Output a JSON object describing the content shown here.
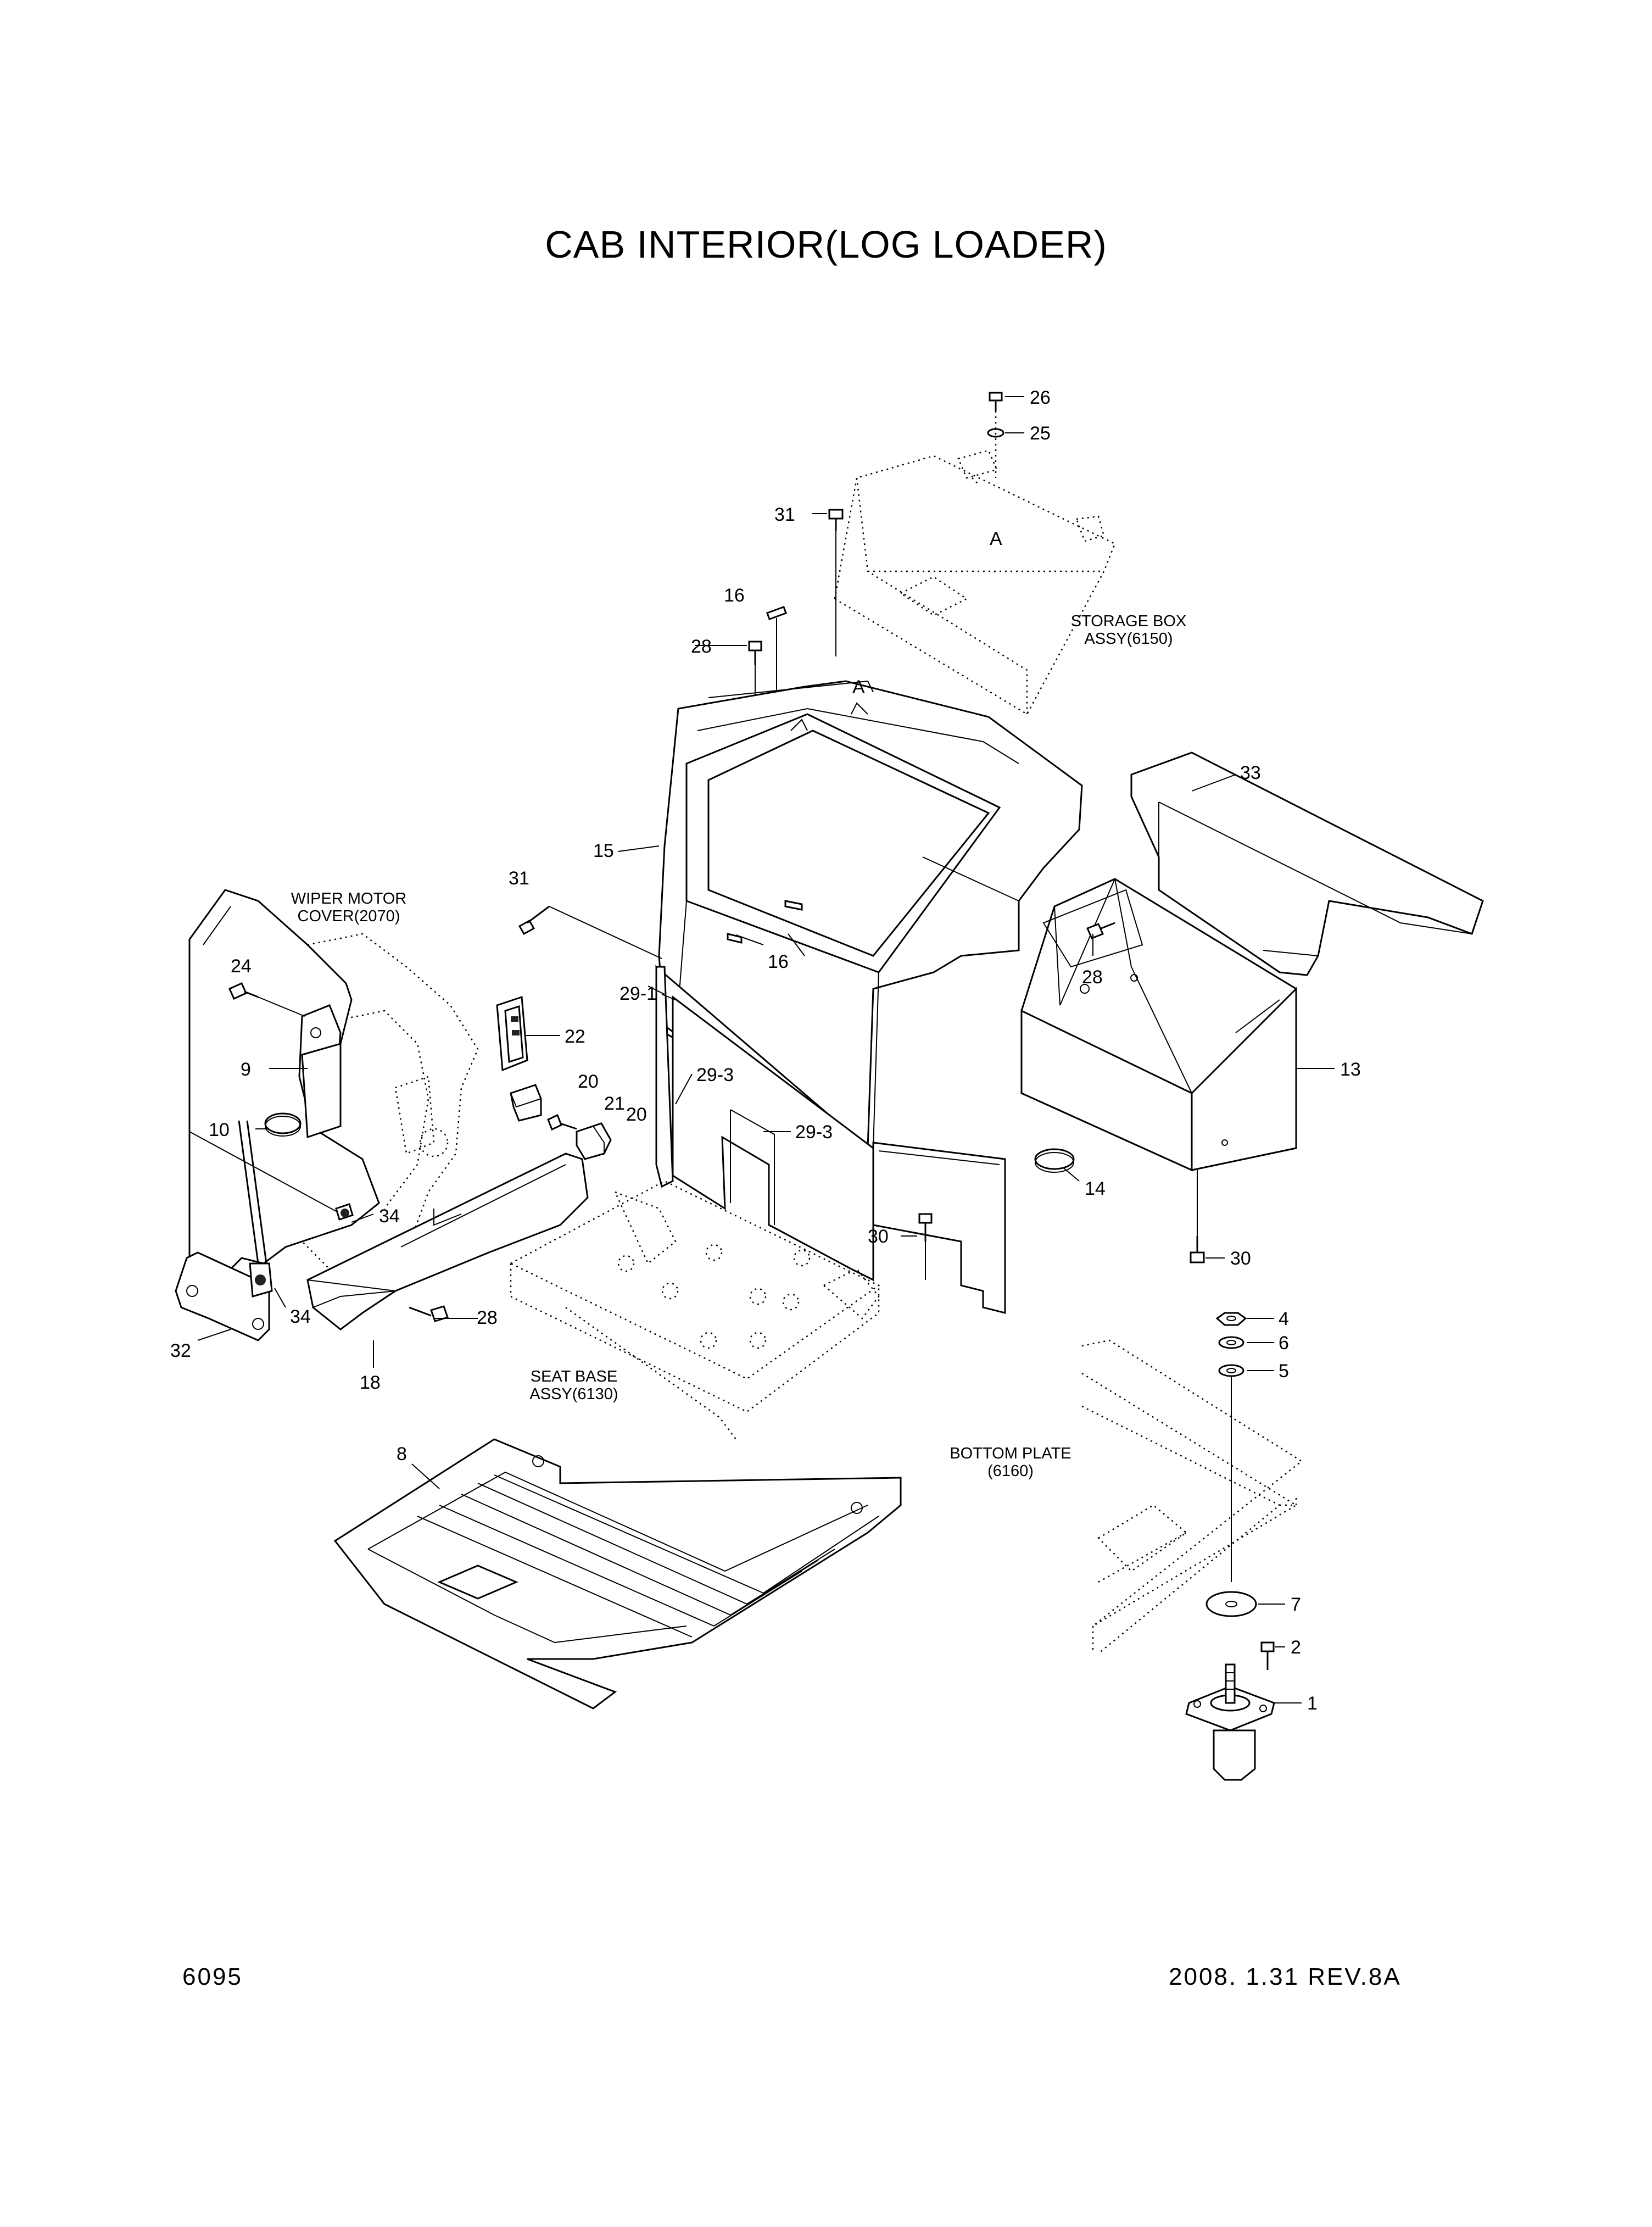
{
  "title": "CAB INTERIOR(LOG LOADER)",
  "page_number": "6095",
  "revision": "2008. 1.31  REV.8A",
  "assemblies": {
    "storage_box": [
      "STORAGE BOX",
      "ASSY(6150)"
    ],
    "wiper_motor_cover": [
      "WIPER MOTOR",
      "COVER(2070)"
    ],
    "seat_base": [
      "SEAT BASE",
      "ASSY(6130)"
    ],
    "bottom_plate": [
      "BOTTOM PLATE",
      "(6160)"
    ]
  },
  "view_markers": [
    "A",
    "A"
  ],
  "callouts": [
    "26",
    "25",
    "31",
    "16",
    "28",
    "33",
    "15",
    "31",
    "16",
    "28",
    "24",
    "22",
    "29-1",
    "9",
    "20",
    "21",
    "29-3",
    "29-3",
    "20",
    "10",
    "13",
    "14",
    "34",
    "30",
    "30",
    "34",
    "28",
    "32",
    "18",
    "4",
    "6",
    "5",
    "8",
    "7",
    "2",
    "1"
  ]
}
